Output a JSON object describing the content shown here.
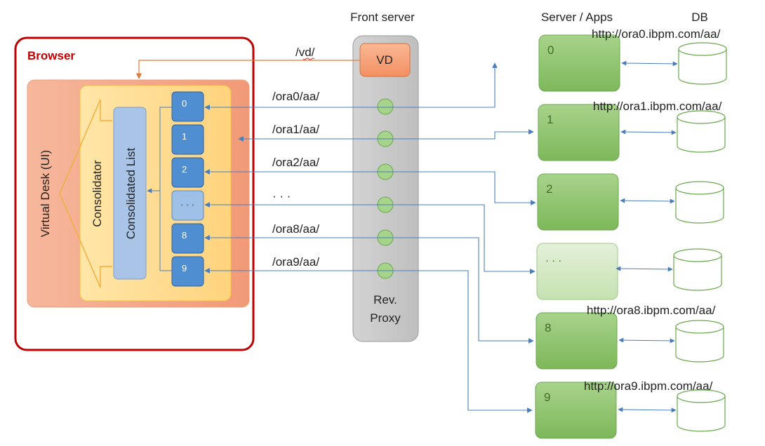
{
  "headers": {
    "front_server": "Front server",
    "server_apps": "Server / Apps",
    "db": "DB"
  },
  "browser": {
    "title": "Browser",
    "virtual_desk": "Virtual Desk (UI)",
    "consolidator": "Consolidator",
    "consolidated_list": "Consolidated List",
    "items": [
      "0",
      "1",
      "2",
      "· · ·",
      "8",
      "9"
    ]
  },
  "front": {
    "vd": "VD",
    "rev_proxy_line1": "Rev.",
    "rev_proxy_line2": "Proxy"
  },
  "routes": {
    "vd": "/vd/",
    "paths": [
      "/ora0/aa/",
      "/ora1/aa/",
      "/ora2/aa/",
      "· · ·",
      "/ora8/aa/",
      "/ora9/aa/"
    ]
  },
  "servers": {
    "labels": [
      "0",
      "1",
      "2",
      "· · ·",
      "8",
      "9"
    ],
    "urls": [
      "http://ora0.ibpm.com/aa/",
      "http://ora1.ibpm.com/aa/",
      "http://ora8.ibpm.com/aa/",
      "http://ora9.ibpm.com/aa/"
    ]
  },
  "colors": {
    "browser_border": "#c00000",
    "browser_title": "#c00000",
    "virtual_desk_fill": "#f4a582",
    "consolidator_fill": "#ffd27a",
    "list_fill": "#a9c4e6",
    "item_fill": "#4f8fd1",
    "front_fill": "#c8c8c8",
    "vd_fill": "#f79c70",
    "server_fill": "#8fc16a",
    "connector_blue": "#4a7ebb",
    "connector_orange": "#e07b39"
  }
}
